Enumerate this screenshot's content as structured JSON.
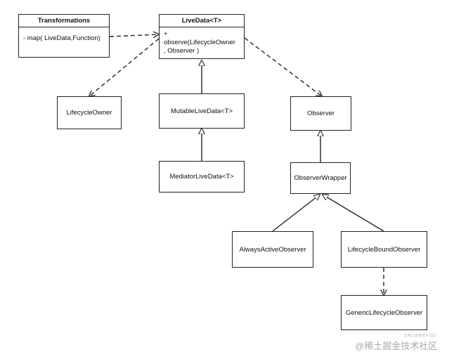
{
  "classes": {
    "transformations": {
      "name": "Transformations",
      "method": "- map( LiveData,Function)"
    },
    "livedata": {
      "name": "LiveData<T>",
      "method_line1": "+ observe(LifecycleOwner",
      "method_line2": ", Observer )"
    },
    "lifecycle_owner": "LifecycleOwner",
    "mutable_livedata": "MutableLiveData<T>",
    "mediator_livedata": "MediatorLiveData<T>",
    "observer": "Observer",
    "observer_wrapper": "ObserverWrapper",
    "always_active_observer": "AlwaysActiveObserver",
    "lifecycle_bound_observer": "LifecycleBoundObserver",
    "generic_lifecycle_observer": "GenericLifecycleObserver"
  },
  "relations": [
    {
      "from": "Transformations",
      "to": "LiveData<T>",
      "kind": "dependency"
    },
    {
      "from": "LiveData<T>",
      "to": "LifecycleOwner",
      "kind": "dependency"
    },
    {
      "from": "LiveData<T>",
      "to": "Observer",
      "kind": "dependency"
    },
    {
      "from": "MutableLiveData<T>",
      "to": "LiveData<T>",
      "kind": "generalization"
    },
    {
      "from": "MediatorLiveData<T>",
      "to": "MutableLiveData<T>",
      "kind": "generalization"
    },
    {
      "from": "ObserverWrapper",
      "to": "Observer",
      "kind": "generalization"
    },
    {
      "from": "AlwaysActiveObserver",
      "to": "ObserverWrapper",
      "kind": "generalization"
    },
    {
      "from": "LifecycleBoundObserver",
      "to": "ObserverWrapper",
      "kind": "generalization"
    },
    {
      "from": "LifecycleBoundObserver",
      "to": "GenericLifecycleObserver",
      "kind": "dependency"
    }
  ],
  "watermark": {
    "main": "@稀土掘金技术社区",
    "small": "@稀土掘金技术社区"
  },
  "colors": {
    "line": "#222222",
    "watermark": "#a9a9a9",
    "background": "#ffffff"
  }
}
